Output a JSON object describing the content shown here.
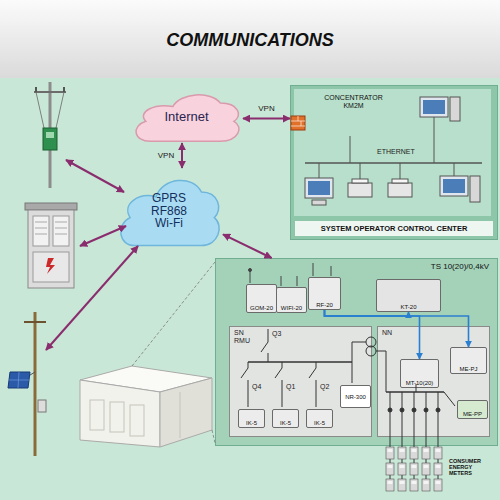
{
  "diagram": {
    "title": "COMMUNICATIONS",
    "nodes": [
      {
        "text": [
          "Internet"
        ]
      },
      {
        "text": [
          "GPRS RF868 Wi-Fi"
        ]
      },
      {
        "text": [
          "SYSTEM OPERATOR CONTROL CENTER"
        ]
      },
      {
        "text": [
          "CONCENTRATOR KM2M"
        ],
        "in": 2
      },
      {
        "text": [
          "TS 10(20)/0,4kV"
        ]
      },
      {
        "text": [
          "SN",
          "RMU"
        ],
        "in": 4
      },
      {
        "text": [
          "NN"
        ],
        "in": 4
      },
      {
        "text": [
          "GOM-20"
        ],
        "in": 4
      },
      {
        "text": [
          "WIFI-20"
        ],
        "in": 4
      },
      {
        "text": [
          "RF-20"
        ],
        "in": 4
      },
      {
        "text": [
          "KT-20"
        ],
        "in": 4
      },
      {
        "text": [
          "NR-300"
        ],
        "in": 5
      },
      {
        "text": [
          "IK-5"
        ],
        "in": 5
      },
      {
        "text": [
          "IK-5"
        ],
        "in": 5
      },
      {
        "text": [
          "IK-5"
        ],
        "in": 5
      },
      {
        "text": [
          "MT-10(20)"
        ],
        "in": 6
      },
      {
        "text": [
          "ME-PJ"
        ],
        "in": 6
      },
      {
        "text": [
          "ME-PP"
        ],
        "in": 6
      }
    ],
    "edges": [
      {
        "from": 0,
        "to": 2,
        "arrow": "both",
        "label": "VPN"
      },
      {
        "from": 0,
        "to": 1,
        "arrow": "both",
        "label": "VPN"
      },
      {
        "from": 1,
        "to": 4,
        "arrow": "both"
      },
      {
        "from": 9,
        "to": 10,
        "arrow": "to"
      },
      {
        "from": 9,
        "to": 15,
        "arrow": "to"
      },
      {
        "from": 9,
        "to": 16,
        "arrow": "to"
      }
    ],
    "labels": [
      "ETHERNET",
      "Q3",
      "Q4",
      "Q1",
      "Q2",
      "CONSUMER ENERGY METERS"
    ]
  }
}
